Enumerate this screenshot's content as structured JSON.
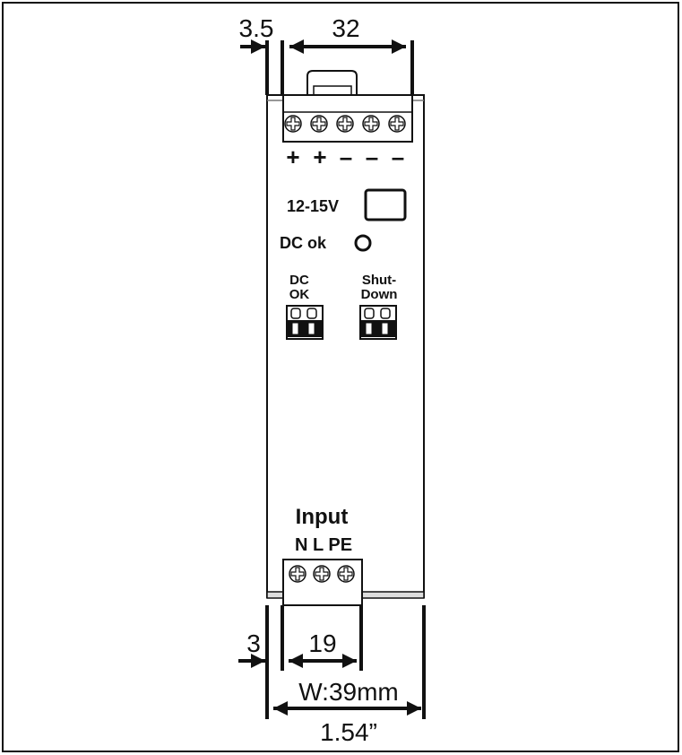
{
  "dimensions": {
    "top_offset": "3.5",
    "top_terminal_width": "32",
    "bottom_offset": "3",
    "bottom_terminal_width": "19",
    "width_mm": "W:39mm",
    "width_in": "1.54”"
  },
  "output_terminal": {
    "polarity": [
      "+",
      "+",
      "–",
      "–",
      "–"
    ]
  },
  "voltage_adjust": {
    "label": "12-15V"
  },
  "led": {
    "label": "DC ok"
  },
  "signal_connectors": [
    {
      "line1": "DC",
      "line2": "OK"
    },
    {
      "line1": "Shut-",
      "line2": "Down"
    }
  ],
  "input_terminal": {
    "title": "Input",
    "pins": "N L PE"
  }
}
